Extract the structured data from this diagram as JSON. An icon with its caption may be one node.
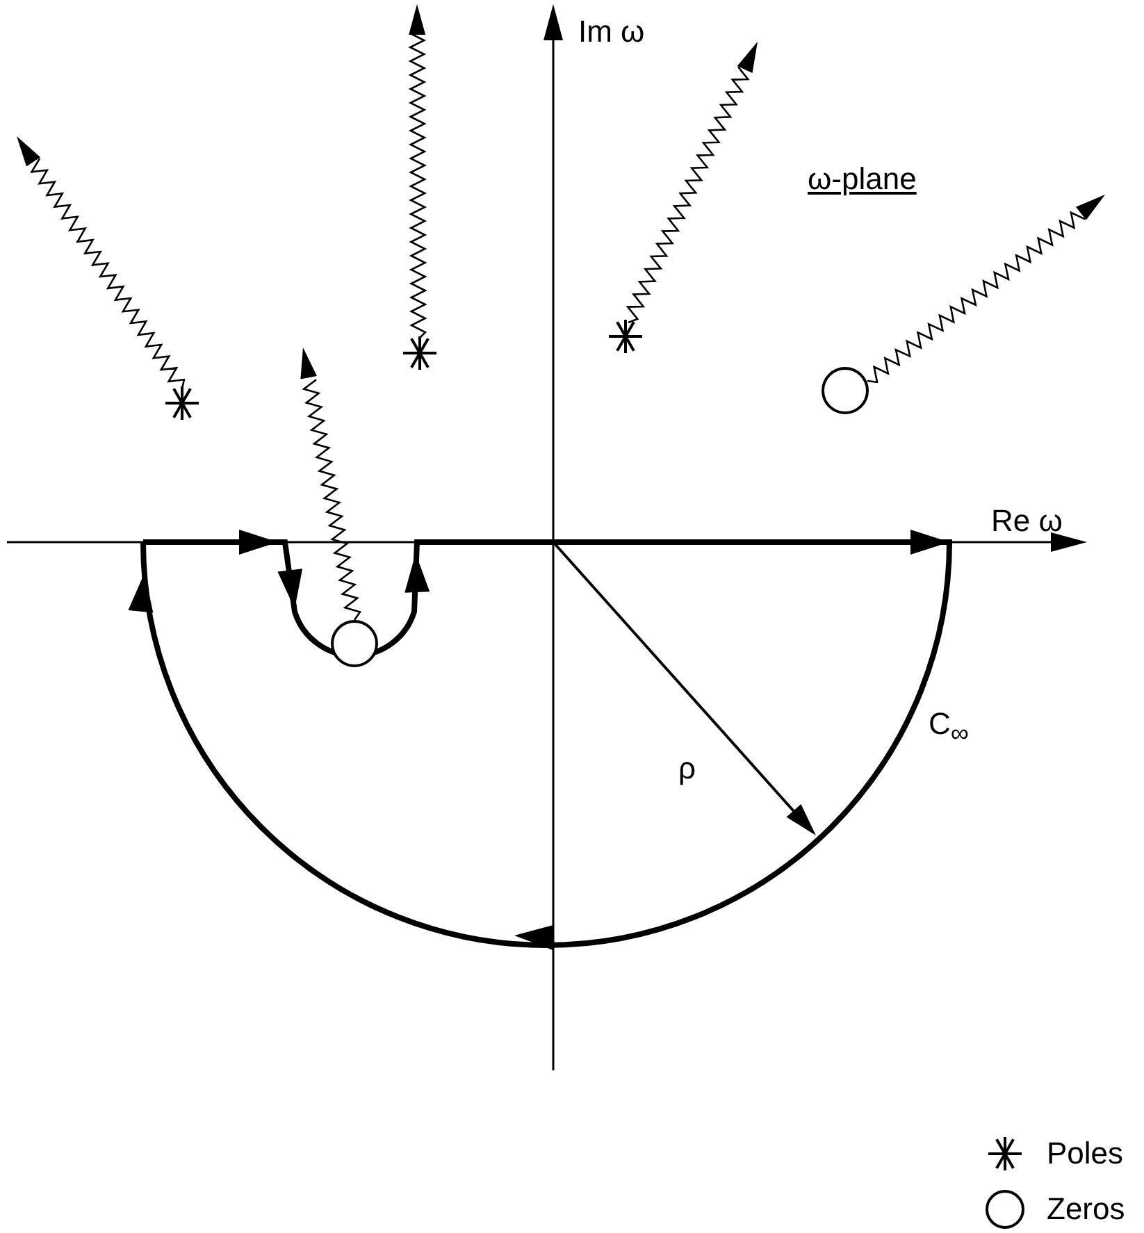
{
  "diagram": {
    "labels": [
      "Im ω",
      "ω-plane",
      "Re ω",
      "ρ",
      "C$_{∞}$"
    ],
    "legend": [
      {
        "text": "Poles"
      },
      {
        "text": "Zeros"
      }
    ]
  }
}
